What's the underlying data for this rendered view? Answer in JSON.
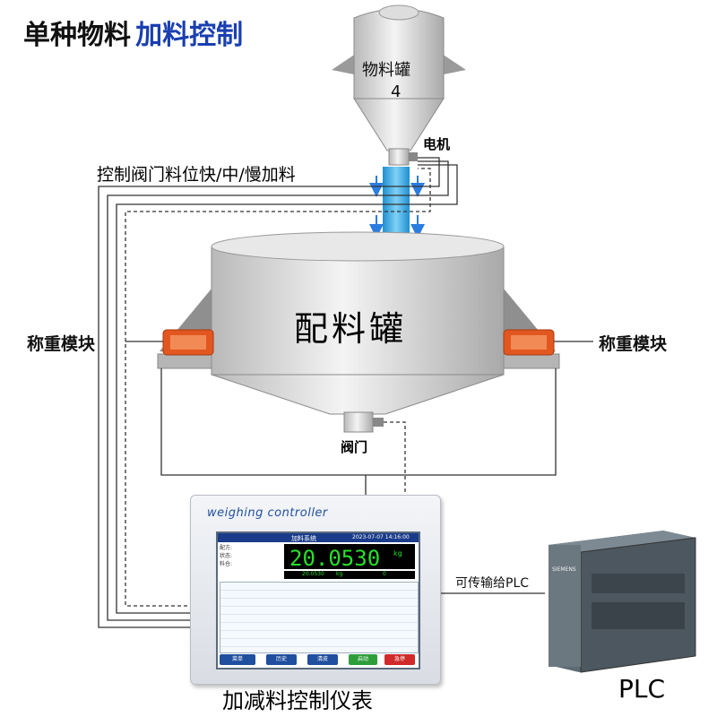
{
  "title": {
    "part1": "单种物料",
    "part2": "加料控制"
  },
  "hopper": {
    "line1": "物料罐",
    "line2": "4"
  },
  "motor_label": "电机",
  "valve_control_label": "控制阀门料位快/中/慢加料",
  "tank_label": "配料罐",
  "load_cell_left": "称重模块",
  "load_cell_right": "称重模块",
  "outlet_valve_label": "阀门",
  "controller": {
    "brand": "weighing controller",
    "caption": "加减料控制仪表",
    "screen": {
      "title": "加料系统",
      "datetime": "2023-07-07 14:16:00",
      "info": [
        "配方:",
        "状态:",
        "料仓:"
      ],
      "main_value": "20.0530",
      "main_unit": "kg",
      "sub_value": "20.0530",
      "sub_unit": "kg",
      "sub_right": "0",
      "buttons": [
        "菜单",
        "历史",
        "清皮",
        "启动",
        "急停"
      ]
    }
  },
  "plc_link_label": "可传输给PLC",
  "plc": {
    "label": "PLC",
    "brand": "SIEMENS"
  },
  "colors": {
    "title_accent": "#1a3fb0",
    "liquid": "#2aa8e0",
    "load_cell": "#e2571f",
    "arrow": "#2a7de0"
  }
}
